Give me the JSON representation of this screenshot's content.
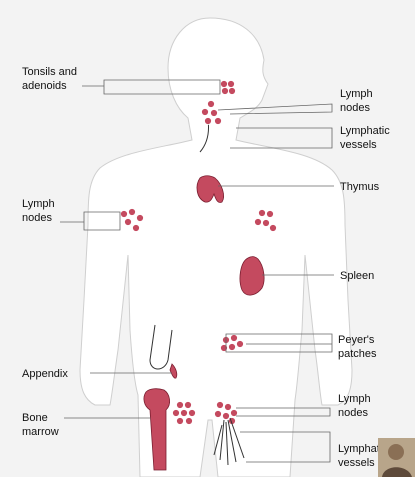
{
  "labels": {
    "tonsils_1": "Tonsils and",
    "tonsils_2": "adenoids",
    "lymph_nodes_neck_1": "Lymph",
    "lymph_nodes_neck_2": "nodes",
    "lymphatic_vessels_neck_1": "Lymphatic",
    "lymphatic_vessels_neck_2": "vessels",
    "thymus": "Thymus",
    "lymph_nodes_axilla_1": "Lymph",
    "lymph_nodes_axilla_2": "nodes",
    "spleen": "Spleen",
    "peyers_1": "Peyer's",
    "peyers_2": "patches",
    "appendix": "Appendix",
    "bone_marrow_1": "Bone",
    "bone_marrow_2": "marrow",
    "lymph_nodes_groin_1": "Lymph",
    "lymph_nodes_groin_2": "nodes",
    "lymphatic_vessels_leg_1": "Lymphatic",
    "lymphatic_vessels_leg_2": "vessels"
  },
  "colors": {
    "body_fill": "#ffffff",
    "background": "#f3f3f3",
    "organ": "#c44a5f",
    "leader_line": "#666666"
  },
  "icons": {
    "presenter_thumbnail": "presenter-avatar-icon"
  }
}
